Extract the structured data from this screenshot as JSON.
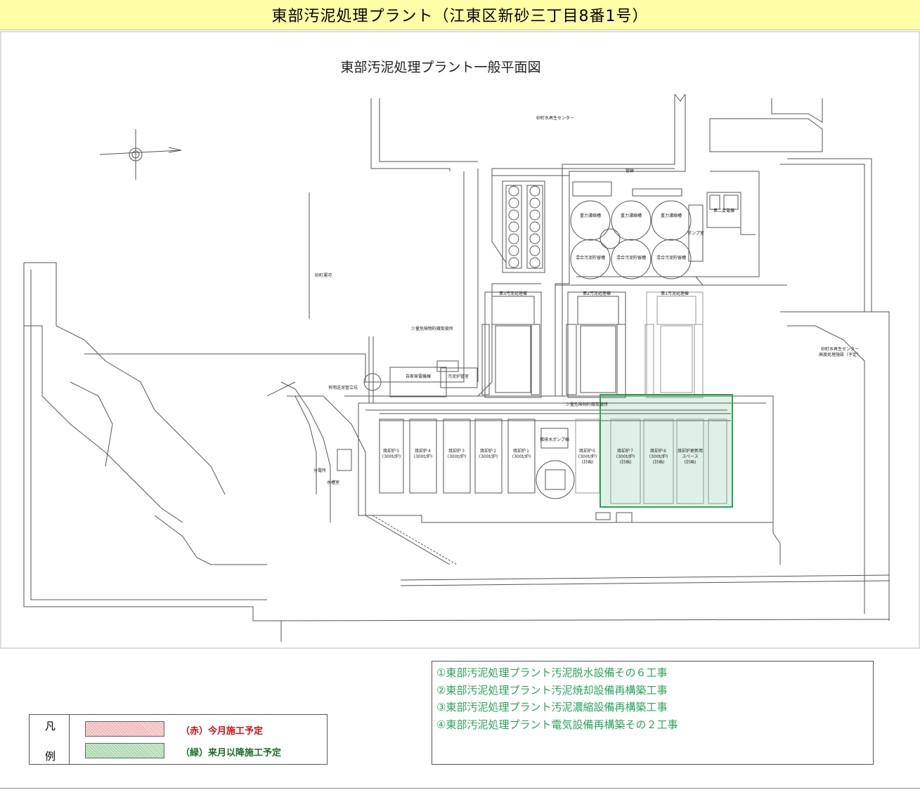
{
  "header": {
    "title": "東部汚泥処理プラント（江東区新砂三丁目8番1号）"
  },
  "plan": {
    "heading": "東部汚泥処理プラント一般平面図",
    "labels": {
      "sunamachi_center": "砂町水再生センター",
      "sunamachi_canal": "砂町運河",
      "sunamachi_center2": "砂町水再生センター\n高度処理施設（予定）",
      "kanro": "管廊",
      "sludge_bldg1": "第1汚泥処理棟",
      "sludge_bldg2": "第2汚泥処理棟",
      "sludge_bldg3": "第3汚泥処理棟",
      "gravity1": "重力濃縮槽",
      "gravity2": "重力濃縮槽",
      "gravity3": "重力濃縮槽",
      "mix1": "混合汚泥貯留槽",
      "mix2": "混合汚泥貯留槽",
      "mix3": "混合汚泥貯留槽",
      "pump_room": "ポンプ室",
      "substation2": "第二変電棟",
      "power_gen": "自家発電機棟",
      "sludge_filter": "汚泥炉管室",
      "hazmat_store": "少量危険物貯蔵取扱所",
      "hazmat_store2": "少量危険物貯蔵取扱所",
      "inc1": "焼却炉１\n(300t/炉)",
      "inc2": "焼却炉２\n(300t/炉)",
      "inc3": "焼却炉３\n(300t/炉)",
      "inc4": "焼却炉４\n(300t/炉)",
      "inc5": "焼却炉５\n(300t/炉)",
      "inc6": "焼却炉６\n(300t/炉)\n(計画)",
      "inc7": "焼却炉７\n(300t/炉)\n(計画)",
      "inc8": "焼却炉８\n(300t/炉)\n(計画)",
      "inc_space": "焼却炉更新用\nスペース\n(計画)",
      "tank_room": "雑排水ポンプ棟",
      "gas_well": "有明送泥管立坑",
      "gate": "分電所",
      "water_tank": "水槽室"
    }
  },
  "works": [
    "①東部汚泥処理プラント汚泥脱水設備その６工事",
    "②東部汚泥処理プラント汚泥焼却設備再構築工事",
    "③東部汚泥処理プラント汚泥濃縮設備再構築工事",
    "④東部汚泥処理プラント電気設備再構築その２工事"
  ],
  "legend": {
    "head_top": "凡",
    "head_bottom": "例",
    "red_label": "（赤）今月施工予定",
    "green_label": "（緑）来月以降施工予定",
    "red_color": "#f7d6d6",
    "green_color": "#cfe9cf",
    "highlight_color": "#2aa35a"
  }
}
